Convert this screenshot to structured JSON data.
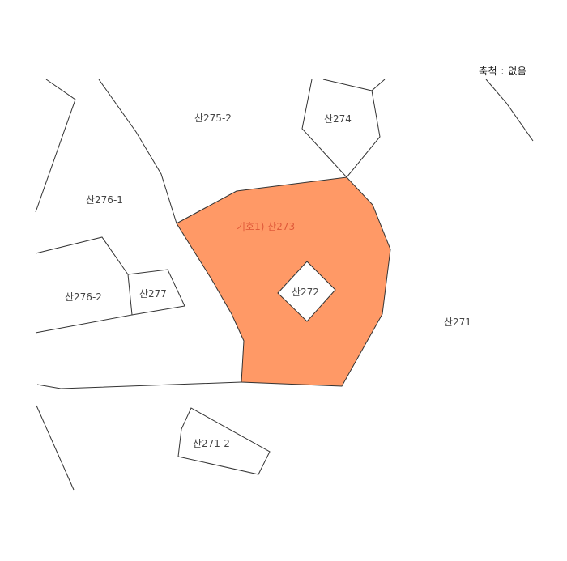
{
  "scale_note": "축척 : 없음",
  "colors": {
    "subject_fill": "#FF9966",
    "subject_label": "#E05A3A",
    "line": "#333333",
    "label": "#444444"
  },
  "subject_parcel": {
    "label": "기호1) 산273"
  },
  "parcels": {
    "p275_2": "산275-2",
    "p274": "산274",
    "p276_1": "산276-1",
    "p276_2": "산276-2",
    "p277": "산277",
    "p272": "산272",
    "p271": "산271",
    "p271_2": "산271-2"
  }
}
